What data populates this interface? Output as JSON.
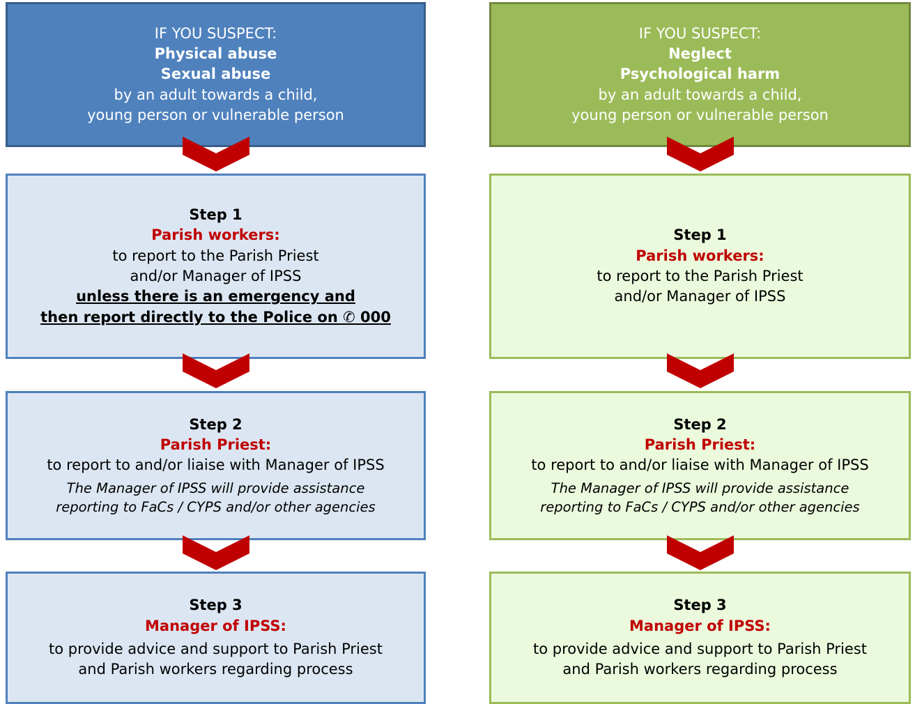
{
  "left": {
    "header": {
      "intro": "IF YOU SUSPECT:",
      "type1": "Physical abuse",
      "type2": "Sexual abuse",
      "line1": "by an adult towards a child,",
      "line2": "young person or vulnerable person"
    },
    "step1": {
      "title": "Step 1",
      "role": "Parish workers:",
      "text1": "to report to the Parish Priest",
      "text2": "and/or Manager of IPSS",
      "emph1": "unless there is an emergency and",
      "emph2": "then report directly to the Police on ✆ 000"
    },
    "step2": {
      "title": "Step 2",
      "role": "Parish Priest:",
      "text": "to report to and/or liaise with Manager of IPSS",
      "note1": "The Manager of IPSS will provide assistance",
      "note2": "reporting to FaCs / CYPS and/or other agencies"
    },
    "step3": {
      "title": "Step 3",
      "role": "Manager of IPSS:",
      "text1": "to provide advice and support to Parish Priest",
      "text2": "and Parish workers regarding process"
    }
  },
  "right": {
    "header": {
      "intro": "IF YOU SUSPECT:",
      "type1": "Neglect",
      "type2": "Psychological harm",
      "line1": "by an adult towards a child,",
      "line2": "young person or vulnerable person"
    },
    "step1": {
      "title": "Step 1",
      "role": "Parish workers:",
      "text1": "to report to the Parish Priest",
      "text2": "and/or Manager of IPSS"
    },
    "step2": {
      "title": "Step 2",
      "role": "Parish Priest:",
      "text": "to report to and/or liaise with Manager of IPSS",
      "note1": "The Manager of IPSS will provide assistance",
      "note2": "reporting to FaCs / CYPS and/or other agencies"
    },
    "step3": {
      "title": "Step 3",
      "role": "Manager of IPSS:",
      "text1": "to provide advice and support to Parish Priest",
      "text2": "and Parish workers regarding process"
    }
  },
  "colors": {
    "blue_header": "#4f81bd",
    "green_header": "#9bbb59",
    "blue_step": "#dce6f2",
    "green_step": "#ebf9dd",
    "arrow": "#c00000",
    "accent_text": "#c00000"
  }
}
